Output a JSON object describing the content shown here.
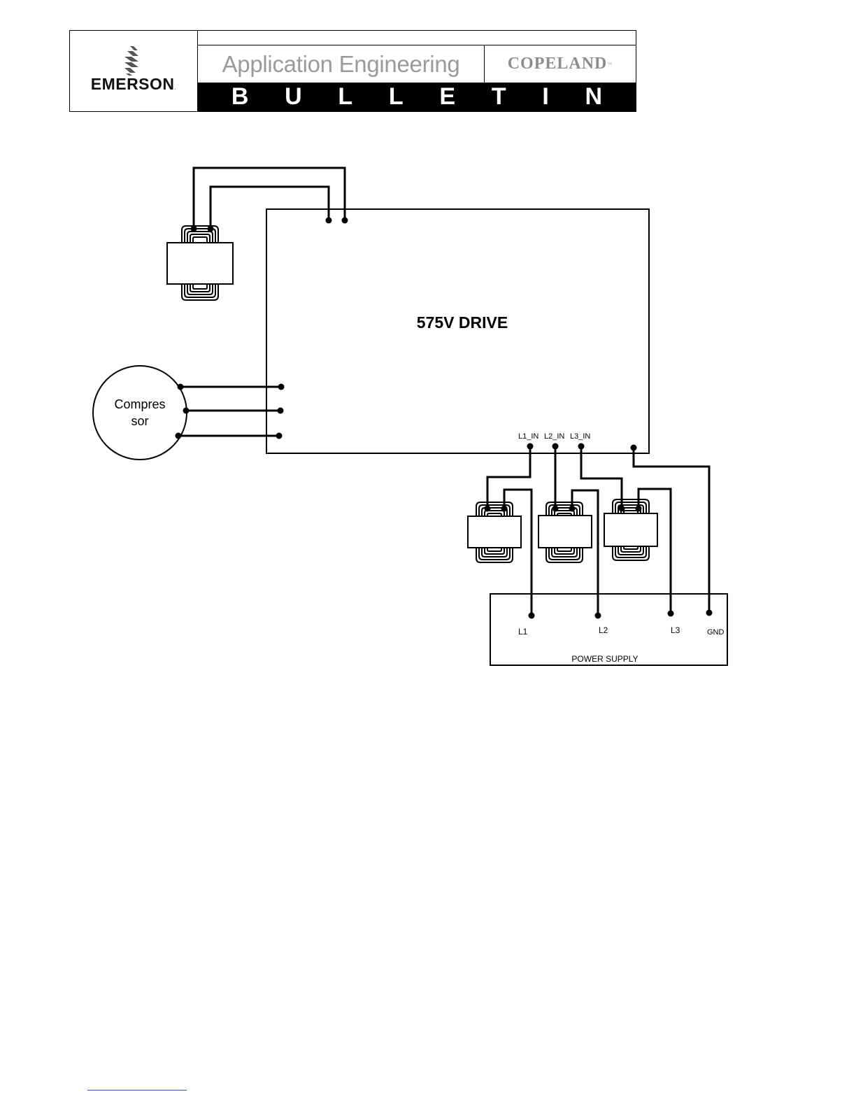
{
  "header": {
    "logo_text": "EMERSON",
    "logo_tm": ".",
    "title": "Application Engineering",
    "brand": "COPELAND",
    "brand_tm": "™",
    "bulletin_letters": [
      "B",
      "U",
      "L",
      "L",
      "E",
      "T",
      "I",
      "N"
    ]
  },
  "diagram": {
    "drive_label": "575V DRIVE",
    "compressor_label_line1": "Compres",
    "compressor_label_line2": "sor",
    "input_labels": [
      "L1_IN",
      "L2_IN",
      "L3_IN"
    ],
    "power_supply_label": "POWER SUPPLY",
    "supply_terminals": [
      "L1",
      "L2",
      "L3",
      "GND"
    ]
  },
  "colors": {
    "line": "#000000",
    "header_gray": "#9a9a9a",
    "footer_rule": "#3a55a5"
  }
}
